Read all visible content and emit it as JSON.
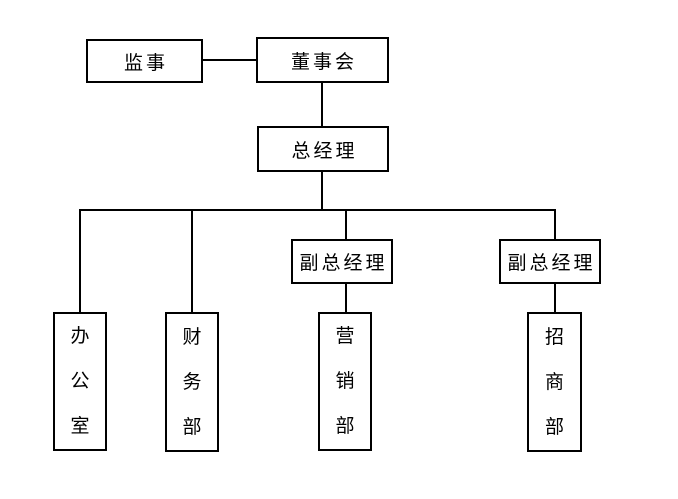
{
  "canvas": {
    "background_color": "#ffffff",
    "line_color": "#000000",
    "text_color": "#000000"
  },
  "diagram": {
    "type": "org-chart",
    "nodes": {
      "supervisor": {
        "label": "监事",
        "shape": "rect",
        "text_orientation": "horizontal"
      },
      "board": {
        "label": "董事会",
        "shape": "rect",
        "text_orientation": "horizontal"
      },
      "general_manager": {
        "label": "总经理",
        "shape": "rect",
        "text_orientation": "horizontal"
      },
      "deputy_gm_1": {
        "label": "副总经理",
        "shape": "rect",
        "text_orientation": "horizontal"
      },
      "deputy_gm_2": {
        "label": "副总经理",
        "shape": "rect",
        "text_orientation": "horizontal"
      },
      "office": {
        "label": "办公室",
        "shape": "rect",
        "text_orientation": "vertical"
      },
      "finance_dept": {
        "label": "财务部",
        "shape": "rect",
        "text_orientation": "vertical"
      },
      "marketing_dept": {
        "label": "营销部",
        "shape": "rect",
        "text_orientation": "vertical"
      },
      "investment_dept": {
        "label": "招商部",
        "shape": "rect",
        "text_orientation": "vertical"
      }
    },
    "edges": [
      {
        "from": "supervisor",
        "to": "board",
        "style": "lateral-line"
      },
      {
        "from": "board",
        "to": "general_manager",
        "style": "vertical-line"
      },
      {
        "from": "general_manager",
        "to": "office",
        "style": "branch"
      },
      {
        "from": "general_manager",
        "to": "finance_dept",
        "style": "branch"
      },
      {
        "from": "general_manager",
        "to": "deputy_gm_1",
        "style": "branch"
      },
      {
        "from": "general_manager",
        "to": "deputy_gm_2",
        "style": "branch"
      },
      {
        "from": "deputy_gm_1",
        "to": "marketing_dept",
        "style": "vertical-line"
      },
      {
        "from": "deputy_gm_2",
        "to": "investment_dept",
        "style": "vertical-line"
      }
    ]
  }
}
